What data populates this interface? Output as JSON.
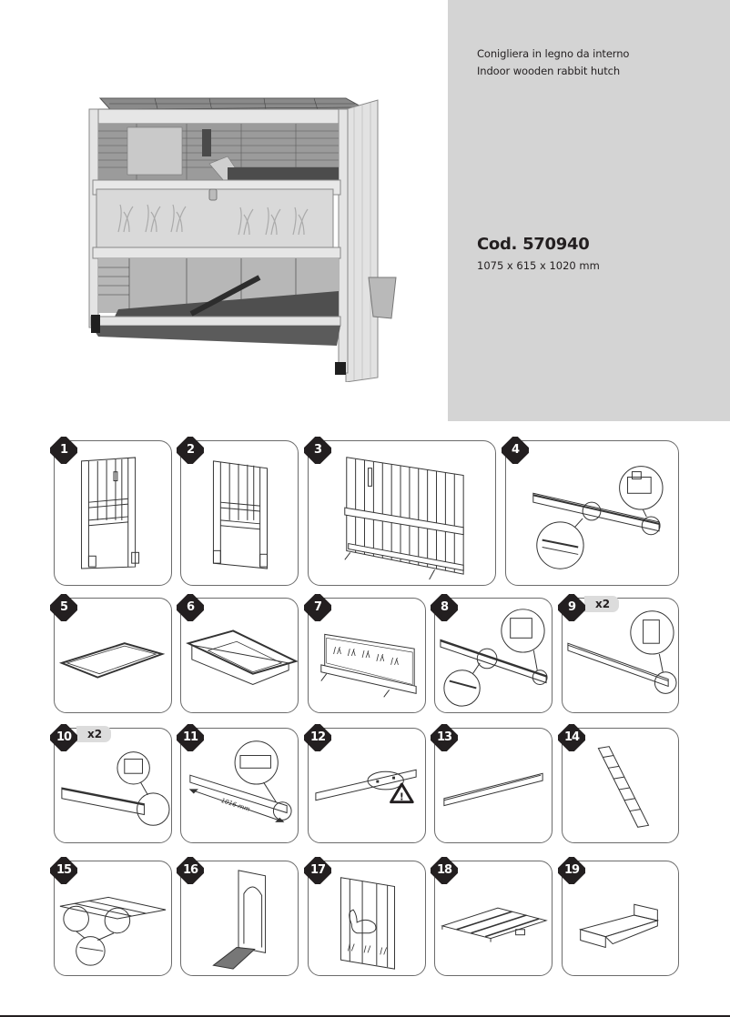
{
  "product": {
    "title_it": "Conigliera in legno da interno",
    "title_en": "Indoor wooden rabbit hutch",
    "code_label": "Cod. 570940",
    "dimensions": "1075 x 615 x 1020 mm"
  },
  "hero_image": {
    "subject": "Two-level wooden rabbit hutch with wire mesh sides, grass-pattern front panel and bottom trays"
  },
  "colors": {
    "panel_bg": "#d4d4d4",
    "ink": "#231f20",
    "qty_bg": "#dcdcdc",
    "border": "#6b6b6b"
  },
  "steps": [
    {
      "number": "1",
      "part": "side-frame-left-with-latch"
    },
    {
      "number": "2",
      "part": "side-frame-right"
    },
    {
      "number": "3",
      "part": "back-panel"
    },
    {
      "number": "4",
      "part": "grooved-rail-long"
    },
    {
      "number": "5",
      "part": "flat-tray"
    },
    {
      "number": "6",
      "part": "deep-tray"
    },
    {
      "number": "7",
      "part": "front-panel-grass"
    },
    {
      "number": "8",
      "part": "grooved-rail-with-slots"
    },
    {
      "number": "9",
      "quantity": "x2",
      "part": "rail"
    },
    {
      "number": "10",
      "quantity": "x2",
      "part": "short-rail"
    },
    {
      "number": "11",
      "part": "bar",
      "measure": "1016 mm"
    },
    {
      "number": "12",
      "part": "bar-with-holes",
      "warning": "!"
    },
    {
      "number": "13",
      "part": "plain-bar"
    },
    {
      "number": "14",
      "part": "ramp-ladder"
    },
    {
      "number": "15",
      "part": "platform-shelf"
    },
    {
      "number": "16",
      "part": "door-with-ramp"
    },
    {
      "number": "17",
      "part": "door-rabbit-motif"
    },
    {
      "number": "18",
      "part": "slatted-floor"
    },
    {
      "number": "19",
      "part": "small-shelf"
    }
  ]
}
